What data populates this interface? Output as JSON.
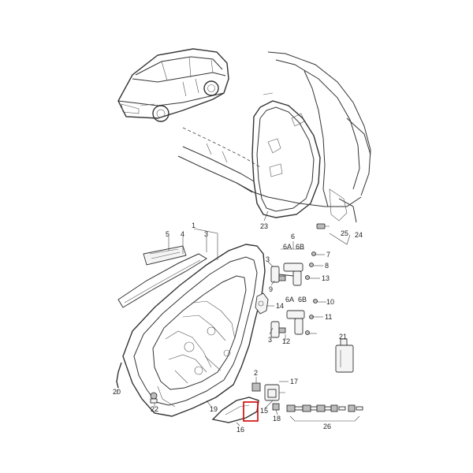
{
  "diagram": {
    "callouts": [
      {
        "id": "c1",
        "label": "1"
      },
      {
        "id": "c5",
        "label": "5"
      },
      {
        "id": "c4",
        "label": "4"
      },
      {
        "id": "c3a",
        "label": "3"
      },
      {
        "id": "c6a",
        "label": "6"
      },
      {
        "id": "c6A1",
        "label": "6A"
      },
      {
        "id": "c6B1",
        "label": "6B"
      },
      {
        "id": "c7",
        "label": "7"
      },
      {
        "id": "c8",
        "label": "8"
      },
      {
        "id": "c3b",
        "label": "3"
      },
      {
        "id": "c9",
        "label": "9"
      },
      {
        "id": "c13",
        "label": "13"
      },
      {
        "id": "c14",
        "label": "14"
      },
      {
        "id": "c6A2",
        "label": "6A"
      },
      {
        "id": "c6B2",
        "label": "6B"
      },
      {
        "id": "c10",
        "label": "10"
      },
      {
        "id": "c11",
        "label": "11"
      },
      {
        "id": "c3c",
        "label": "3"
      },
      {
        "id": "c12",
        "label": "12"
      },
      {
        "id": "c21",
        "label": "21"
      },
      {
        "id": "c23",
        "label": "23"
      },
      {
        "id": "c25",
        "label": "25"
      },
      {
        "id": "c24",
        "label": "24"
      },
      {
        "id": "c20",
        "label": "20"
      },
      {
        "id": "c22",
        "label": "22"
      },
      {
        "id": "c19",
        "label": "19"
      },
      {
        "id": "c2",
        "label": "2"
      },
      {
        "id": "c17",
        "label": "17"
      },
      {
        "id": "c15",
        "label": "15"
      },
      {
        "id": "c18",
        "label": "18"
      },
      {
        "id": "c16",
        "label": "16"
      },
      {
        "id": "c26",
        "label": "26"
      }
    ],
    "highlight_color": "#d40000"
  }
}
